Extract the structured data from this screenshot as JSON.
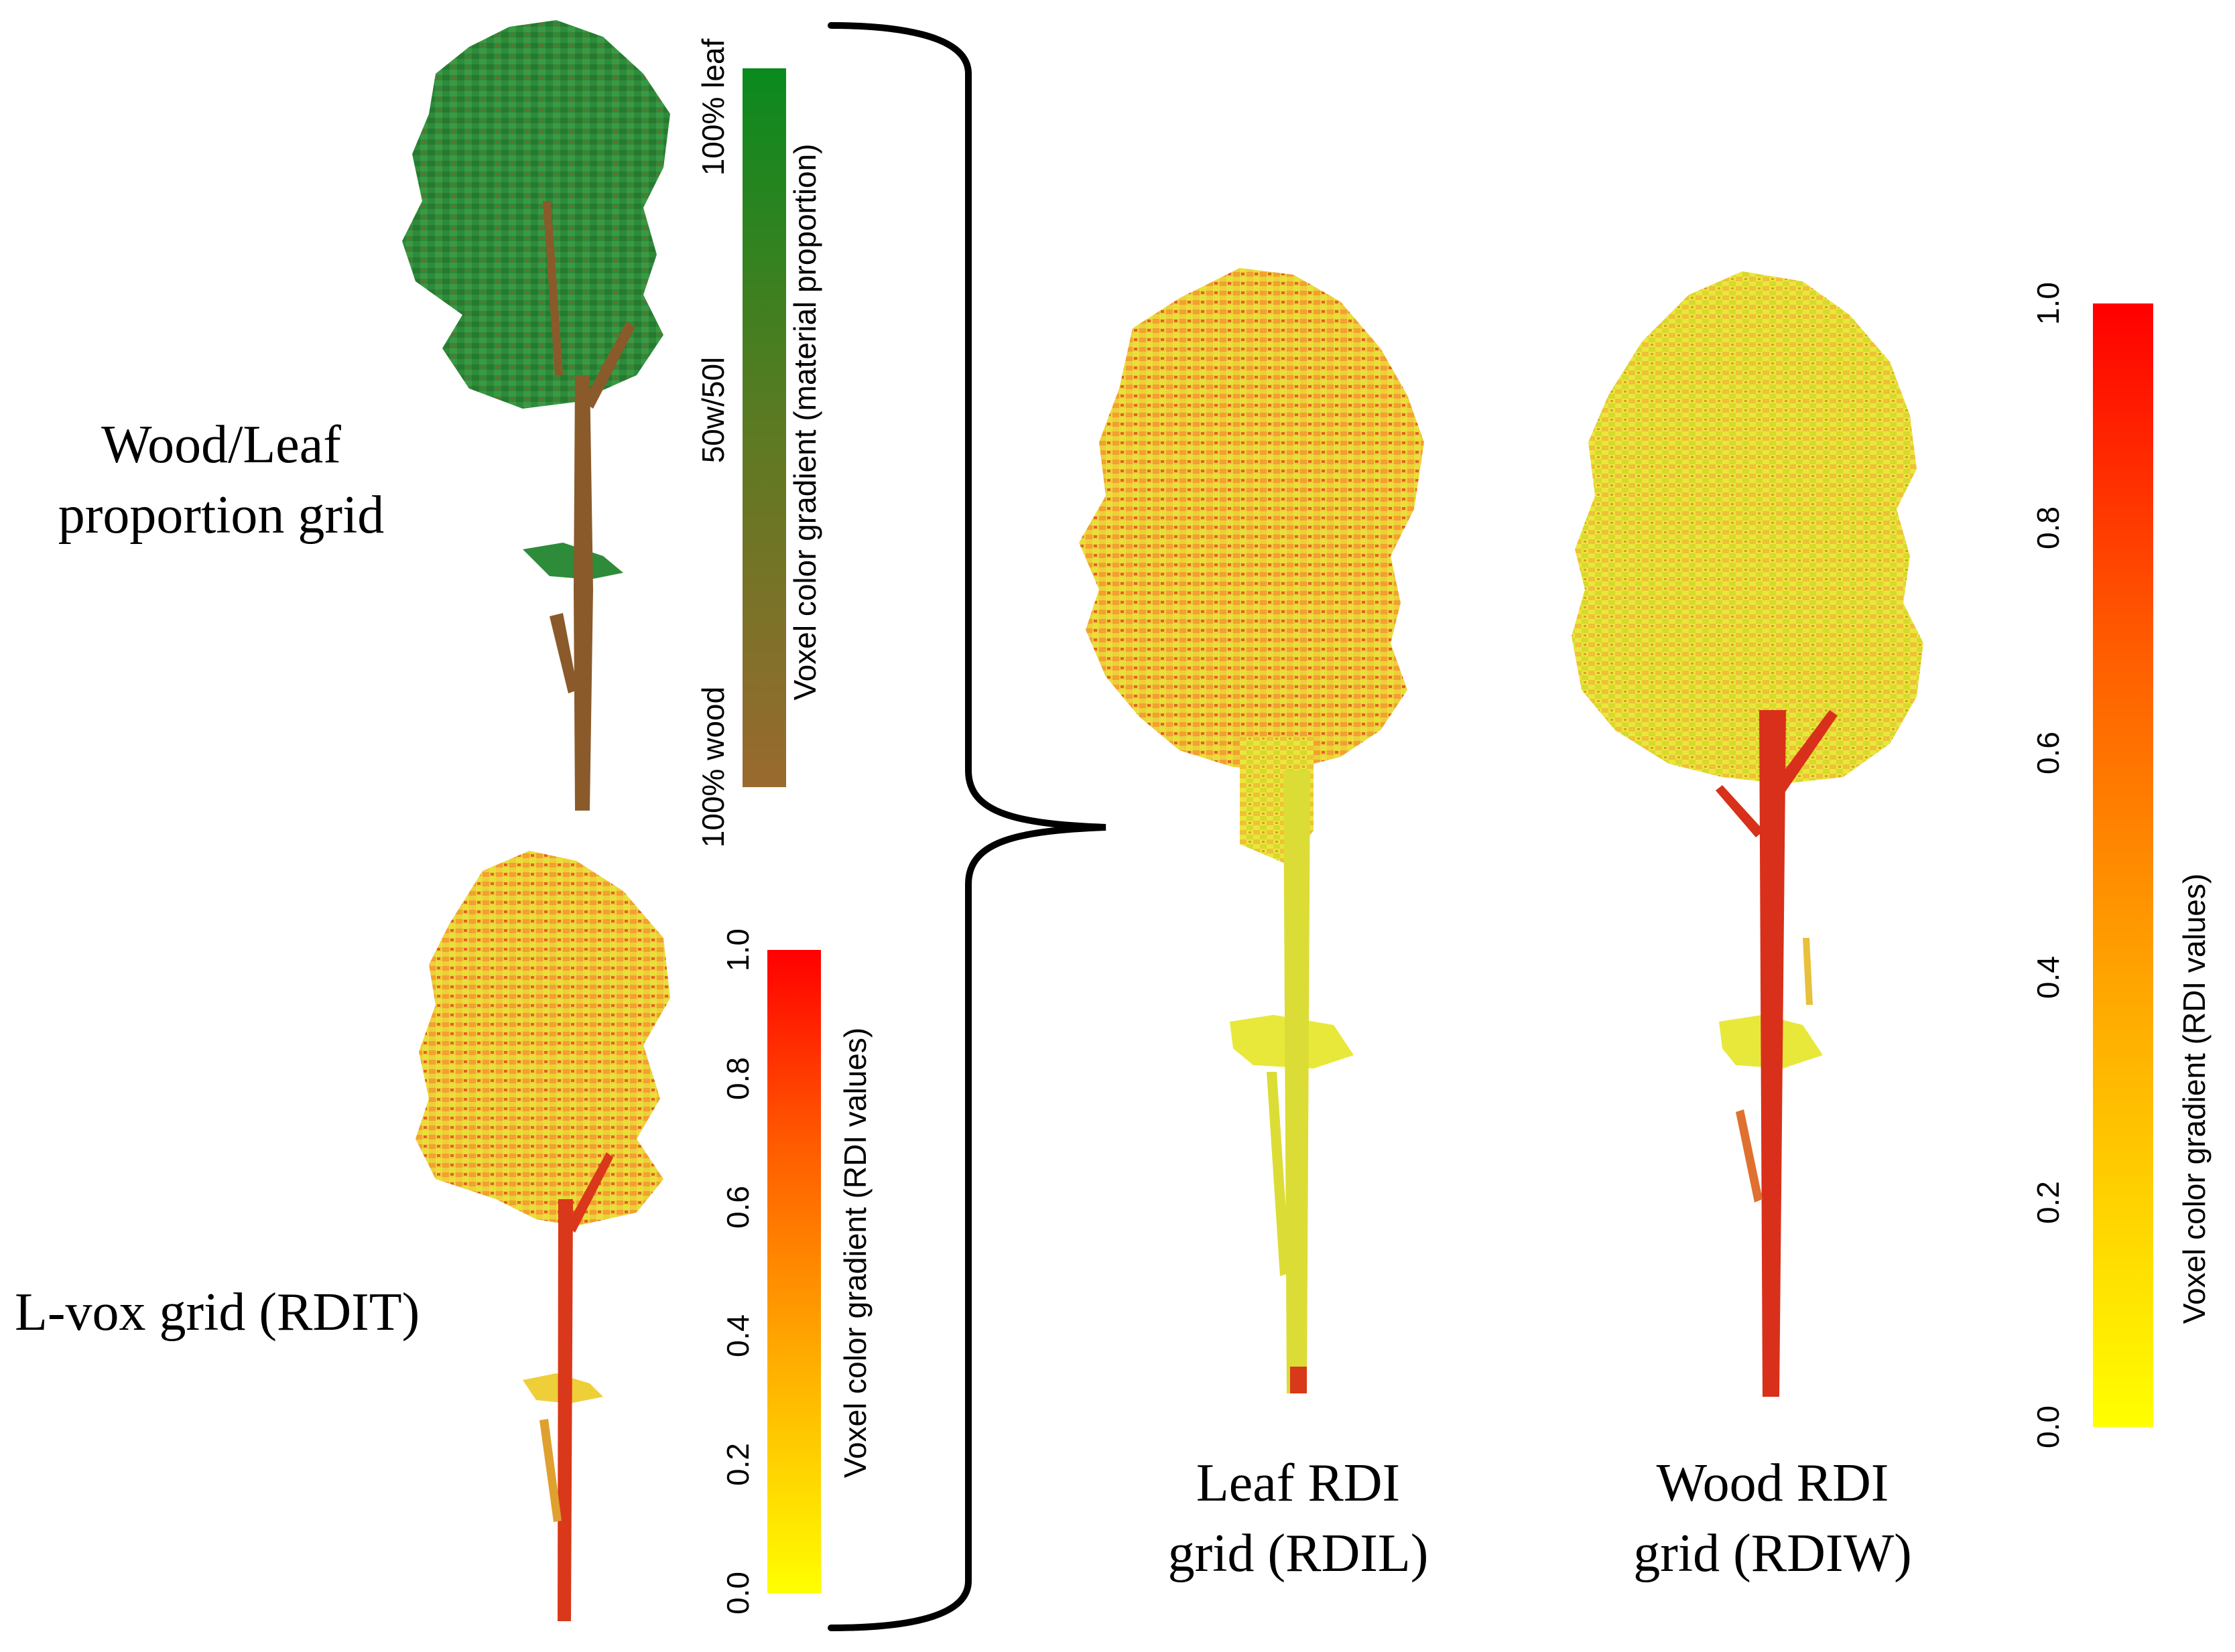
{
  "labels": {
    "wood_leaf": [
      "Wood/Leaf",
      "proportion grid"
    ],
    "lvox": "L-vox grid (RDIT)",
    "leaf_rdi": [
      "Leaf RDI",
      "grid (RDIL)"
    ],
    "wood_rdi": [
      "Wood RDI",
      "grid (RDIW)"
    ]
  },
  "colorbars": {
    "proportion": {
      "title": "Voxel color gradient (material proportion)",
      "ticks": [
        "100% wood",
        "50w/50l",
        "100% leaf"
      ],
      "colors": [
        "#9a6a2e",
        "#5c7a22",
        "#0a8a1e"
      ]
    },
    "rdi_small": {
      "title": "Voxel color gradient (RDI values)",
      "ticks": [
        "0.0",
        "0.2",
        "0.4",
        "0.6",
        "0.8",
        "1.0"
      ],
      "colors": [
        "#ffff00",
        "#ffb000",
        "#ff5a00",
        "#ff0000"
      ]
    },
    "rdi_large": {
      "title": "Voxel color gradient (RDI values)",
      "ticks": [
        "0.0",
        "0.2",
        "0.4",
        "0.6",
        "0.8",
        "1.0"
      ],
      "colors": [
        "#ffff00",
        "#ffb000",
        "#ff5a00",
        "#ff0000"
      ]
    }
  },
  "palette": {
    "leaf": "#2e8b3a",
    "wood": "#8a5a2b",
    "rdi_low": "#e8e83a",
    "rdi_mid": "#f2a030",
    "rdi_high": "#e0301a"
  },
  "icons": {
    "tree_proportion": "tree-proportion-voxel-icon",
    "tree_lvox": "tree-lvox-voxel-icon",
    "tree_leaf_rdi": "tree-leaf-rdi-voxel-icon",
    "tree_wood_rdi": "tree-wood-rdi-voxel-icon",
    "brace": "curly-brace-icon"
  }
}
